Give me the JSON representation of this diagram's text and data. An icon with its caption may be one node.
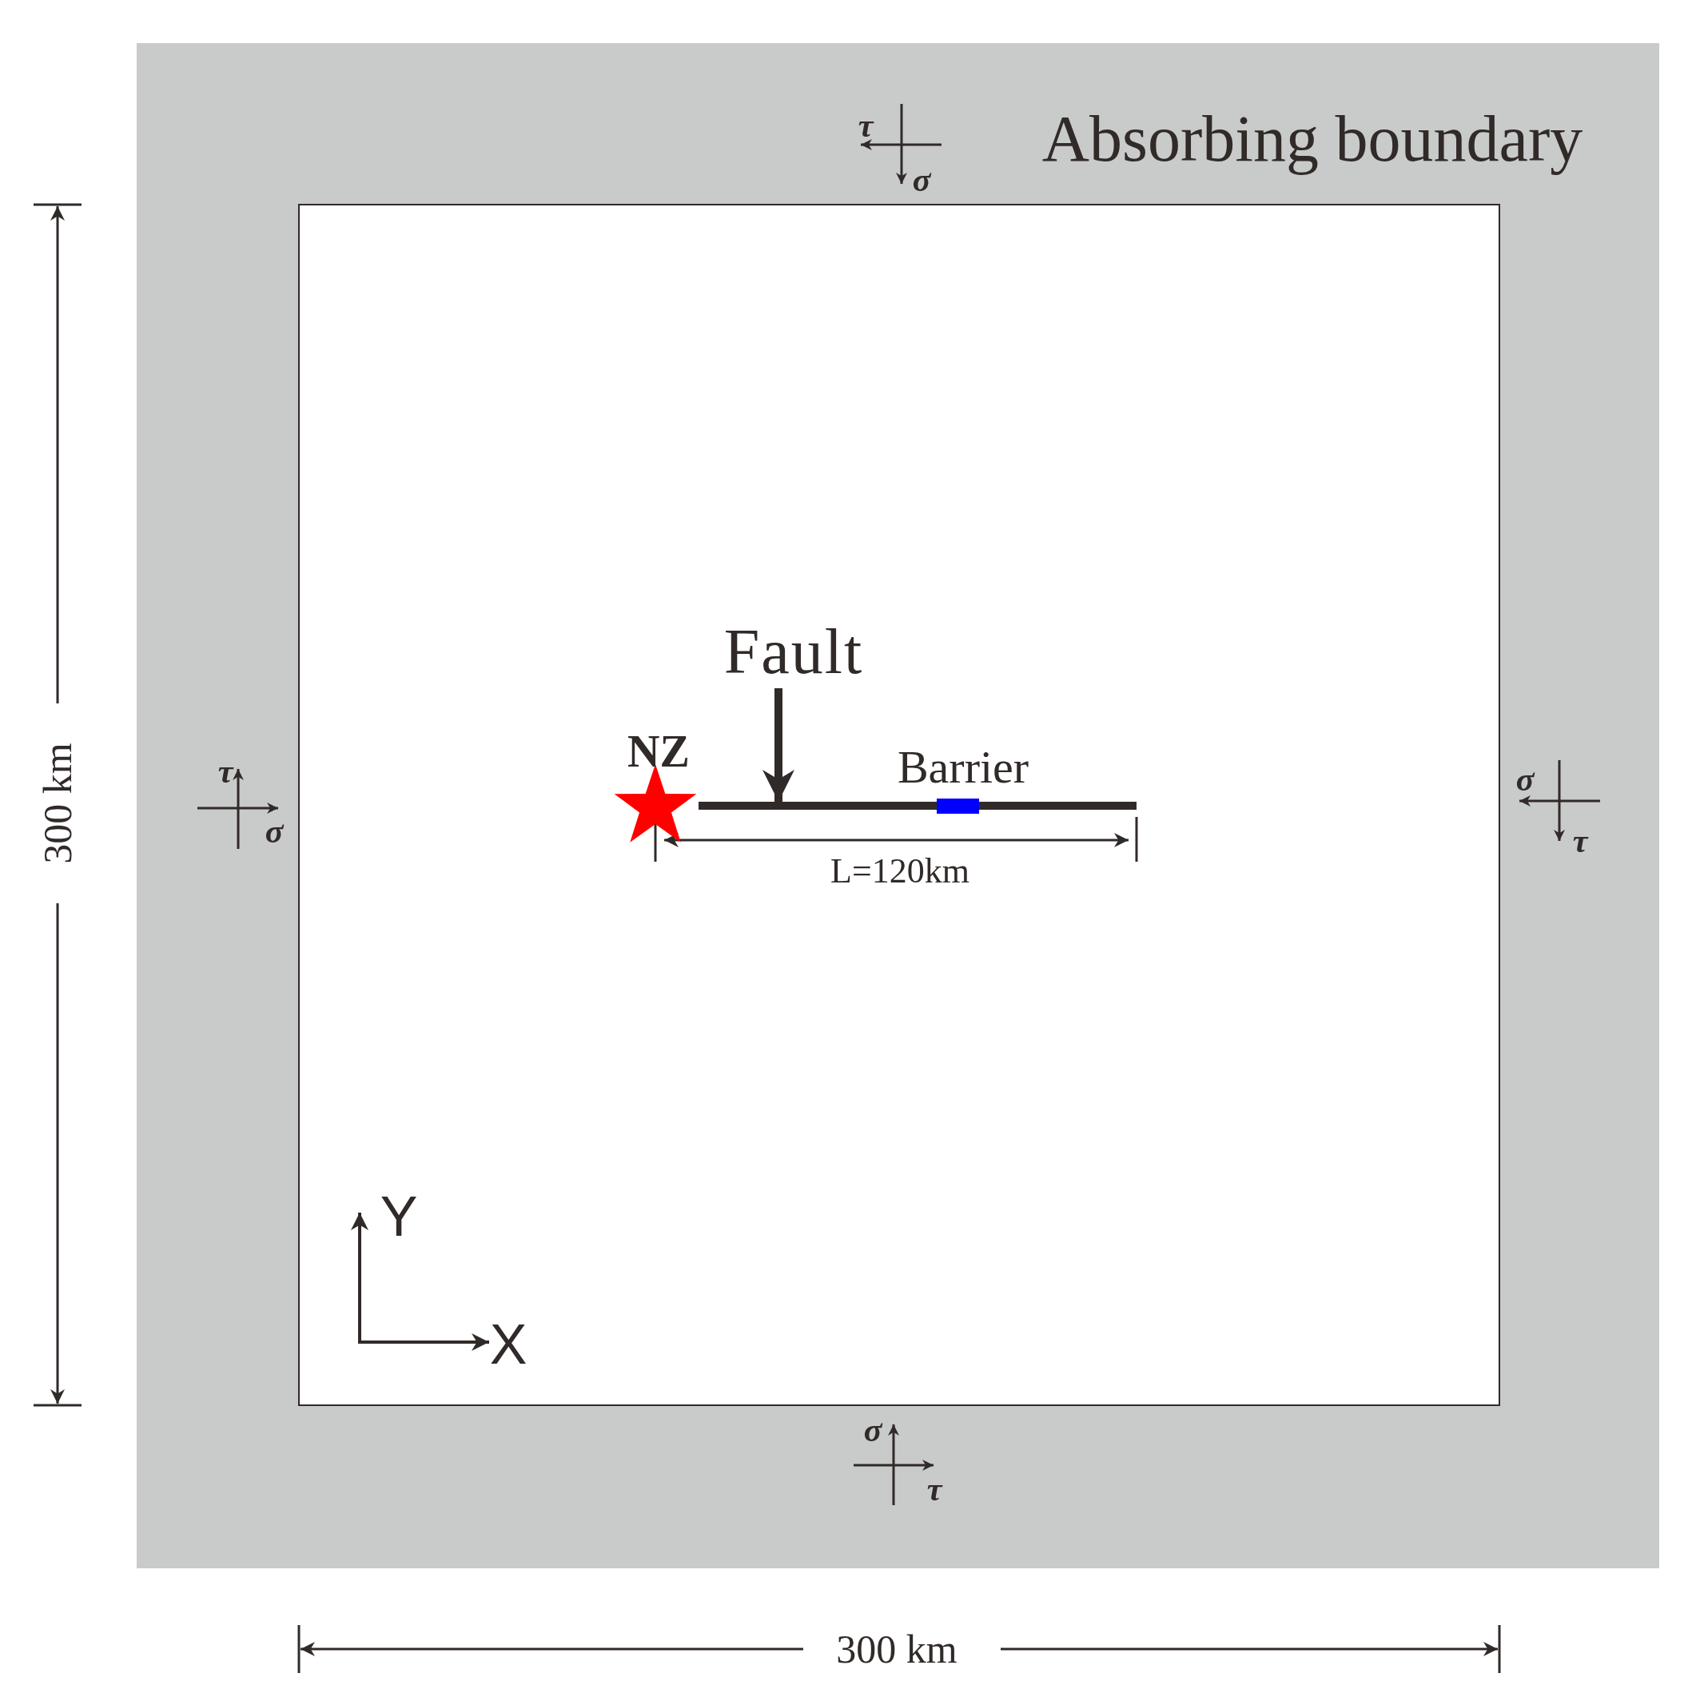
{
  "diagram": {
    "nodes": [
      {
        "text": [
          "Fault"
        ]
      },
      {
        "text": [],
        "shape": "bar"
      }
    ],
    "edges": [
      {
        "from": 0,
        "to": 1,
        "arrow": "to"
      }
    ],
    "labels": [
      "τ",
      "σ",
      "Absorbing boundary",
      "NZ",
      "Barrier",
      "τ",
      "σ",
      "σ",
      "τ",
      "L=120km",
      "300 km",
      "Y",
      "X",
      "σ",
      "τ",
      "300 km"
    ]
  }
}
